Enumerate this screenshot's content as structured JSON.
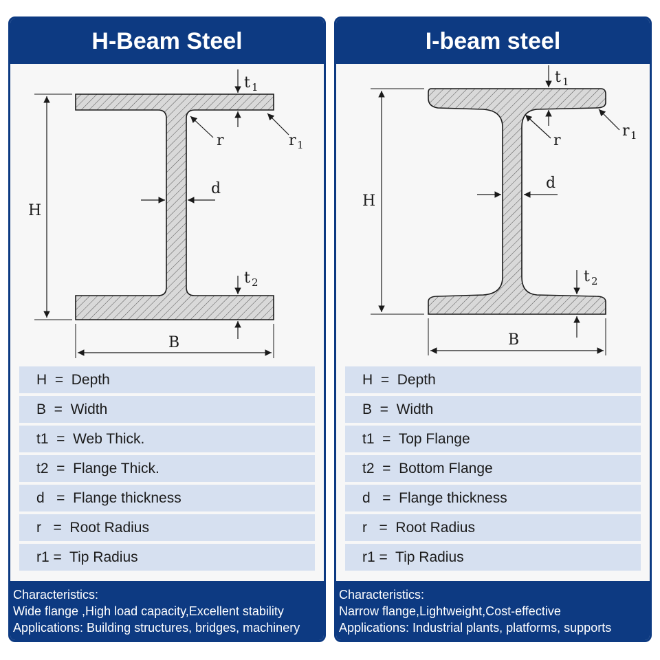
{
  "panels": {
    "h": {
      "title": "H-Beam Steel",
      "labels": {
        "t1": "t",
        "t1_sub": "1",
        "r": "r",
        "r1": "r",
        "r1_sub": "1",
        "H": "H",
        "d": "d",
        "t2": "t",
        "t2_sub": "2",
        "B": "B"
      },
      "definitions": [
        "H  =  Depth",
        "B  =  Width",
        "t1  =  Web Thick.",
        "t2  =  Flange Thick.",
        "d   =  Flange thickness",
        "r   =  Root Radius",
        "r1 =  Tip Radius"
      ],
      "footer": [
        "Characteristics:",
        "Wide flange ,High load capacity,Excellent stability",
        "Applications: Building structures, bridges, machinery"
      ]
    },
    "i": {
      "title": "I-beam steel",
      "labels": {
        "t1": "t",
        "t1_sub": "1",
        "r": "r",
        "r1": "r",
        "r1_sub": "1",
        "H": "H",
        "d": "d",
        "t2": "t",
        "t2_sub": "2",
        "B": "B"
      },
      "definitions": [
        "H  =  Depth",
        "B  =  Width",
        "t1  =  Top Flange",
        "t2  =  Bottom Flange",
        "d   =  Flange thickness",
        "r   =  Root Radius",
        "r1 =  Tip Radius"
      ],
      "footer": [
        "Characteristics:",
        "Narrow flange,Lightweight,Cost-effective",
        "Applications: Industrial plants, platforms, supports"
      ]
    }
  },
  "colors": {
    "brand_blue": "#0d3a82",
    "row_fill": "#d6e0f0",
    "beam_fill": "#d9d9d9"
  }
}
